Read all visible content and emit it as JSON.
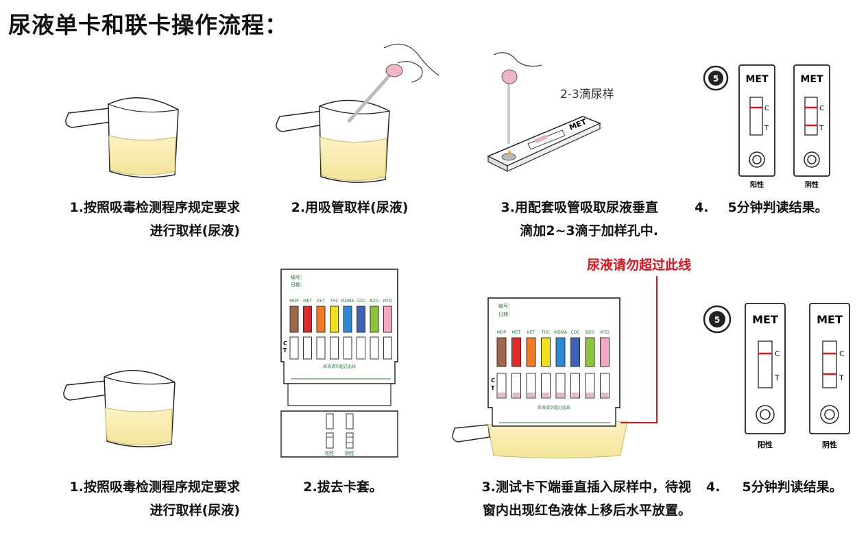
{
  "title": "尿液单卡和联卡操作流程：",
  "top_row": {
    "step1": {
      "line1": "1.按照吸毒检测程序规定要求",
      "line2": "进行取样(尿液)"
    },
    "step2": {
      "line1": "2.用吸管取样(尿液)"
    },
    "step3": {
      "line1": "3.用配套吸管吸取尿液垂直",
      "line2": "滴加2~3滴于加样孔中.",
      "drop_note": "2-3滴尿样"
    },
    "step4": {
      "num": "4.",
      "text": "5分钟判读结果。"
    },
    "timer": "5",
    "card_label": "MET",
    "result_positive": "阳性",
    "result_negative": "阴性",
    "c_label": "C",
    "t_label": "T"
  },
  "bottom_row": {
    "warning": "尿液请勿超过此线",
    "step1": {
      "line1": "1.按照吸毒检测程序规定要求",
      "line2": "进行取样(尿液)"
    },
    "step2": {
      "line1": "2.拔去卡套。"
    },
    "step3": {
      "line1": "3.测试卡下端垂直插入尿样中，待视",
      "line2": "窗内出现红色液体上移后水平放置。"
    },
    "step4": {
      "num": "4.",
      "text": "5分钟判读结果。"
    },
    "panel": {
      "id_label": "编号：",
      "date_label": "日期：",
      "drugs": [
        "MOP",
        "MET",
        "KET",
        "THC",
        "MDMA",
        "COC",
        "BZO",
        "MTD"
      ],
      "drug_colors": [
        "#a0674a",
        "#e02a2a",
        "#f07a23",
        "#f2e01e",
        "#2a8ad8",
        "#3a63b8",
        "#8cc43a",
        "#f2a8c0"
      ],
      "line_note": "尿液请勿超过此线",
      "c_label": "C",
      "t_label": "T",
      "pos": "阳性",
      "neg": "阴性"
    },
    "timer": "5",
    "card_label": "MET",
    "result_positive": "阳性",
    "result_negative": "阴性",
    "c_label": "C",
    "t_label": "T"
  }
}
